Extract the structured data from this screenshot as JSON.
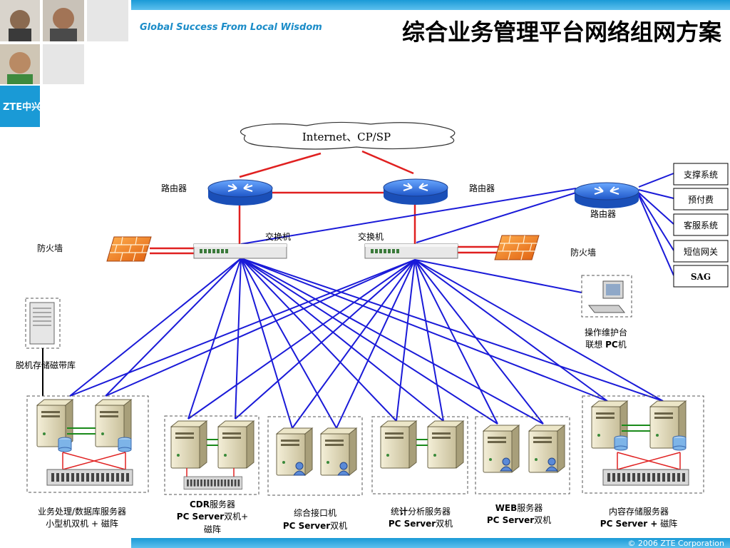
{
  "header": {
    "tagline": "Global Success From Local Wisdom",
    "title": "综合业务管理平台网络组网方案",
    "logo_text": "ZTE中兴",
    "accent_color": "#1a9ad6",
    "title_color": "#000000"
  },
  "footer": {
    "copyright": "© 2006 ZTE Corporation"
  },
  "diagram": {
    "cloud_label": "Internet、CP/SP",
    "routers": [
      {
        "label": "路由器"
      },
      {
        "label": "路由器"
      },
      {
        "label": "路由器"
      }
    ],
    "switches": [
      {
        "label": "交换机"
      },
      {
        "label": "交换机"
      }
    ],
    "firewalls": [
      {
        "label": "防火墙"
      },
      {
        "label": "防火墙"
      }
    ],
    "side_systems": [
      {
        "label": "支撑系统"
      },
      {
        "label": "预付费"
      },
      {
        "label": "客服系统"
      },
      {
        "label": "短信网关"
      },
      {
        "label": "SAG"
      }
    ],
    "tape_library": {
      "label": "脱机存储磁带库"
    },
    "ops_pc": {
      "line1": "操作维护台",
      "line2_prefix": "联想 ",
      "line2_bold": "PC",
      "line2_suffix": "机"
    },
    "groups": [
      {
        "line1": "业务处理/数据库服务器",
        "line2": "小型机双机 + 磁阵"
      },
      {
        "line1_bold": "CDR",
        "line1": "服务器",
        "line2_bold": "PC Server",
        "line2": "双机+",
        "line3": "磁阵"
      },
      {
        "line1": "综合接口机",
        "line2_bold": "PC Server",
        "line2": "双机"
      },
      {
        "line1_a": "统",
        "line1_bold": "计",
        "line1_b": "分析服务器",
        "line2_bold": "PC Server",
        "line2": "双机"
      },
      {
        "line1_bold": "WEB",
        "line1": "服务器",
        "line2_bold": "PC Server",
        "line2": "双机"
      },
      {
        "line1": "内容存储服务器",
        "line2_bold": "PC Server +",
        "line2": " 磁阵"
      }
    ],
    "colors": {
      "red_link": "#e02020",
      "blue_link": "#1a1ad8",
      "router": "#2a6fe0"
    }
  }
}
